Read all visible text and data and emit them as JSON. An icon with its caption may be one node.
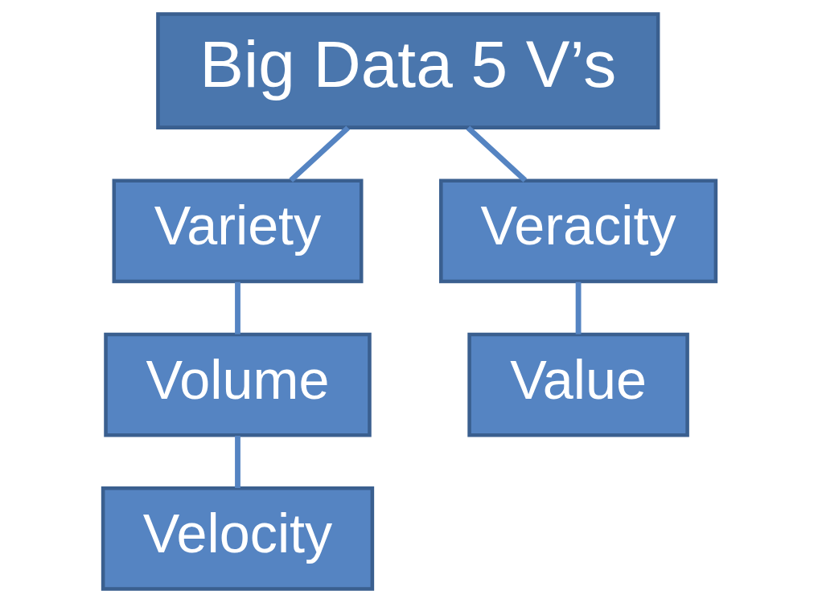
{
  "diagram": {
    "nodes": [
      {
        "text": [
          "Big Data 5 V’s"
        ]
      },
      {
        "text": [
          "Variety"
        ]
      },
      {
        "text": [
          "Volume"
        ]
      },
      {
        "text": [
          "Velocity"
        ]
      },
      {
        "text": [
          "Veracity"
        ]
      },
      {
        "text": [
          "Value"
        ]
      }
    ],
    "edges": [
      {
        "from": 0,
        "to": 1,
        "arrow": "none"
      },
      {
        "from": 1,
        "to": 2,
        "arrow": "none"
      },
      {
        "from": 2,
        "to": 3,
        "arrow": "none"
      },
      {
        "from": 0,
        "to": 4,
        "arrow": "none"
      },
      {
        "from": 4,
        "to": 5,
        "arrow": "none"
      }
    ]
  }
}
